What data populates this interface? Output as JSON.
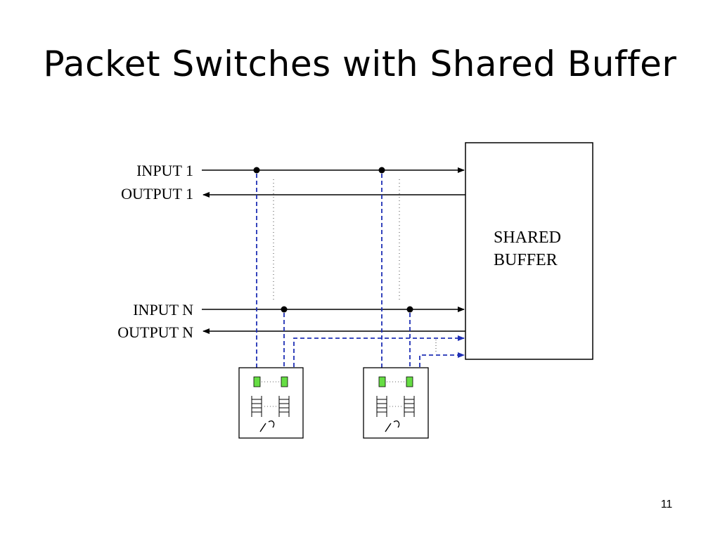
{
  "slide": {
    "title": "Packet Switches with Shared Buffer",
    "page_number": "11"
  },
  "diagram": {
    "ports": {
      "input_1": "INPUT 1",
      "output_1": "OUTPUT 1",
      "input_n": "INPUT N",
      "output_n": "OUTPUT N"
    },
    "buffer": {
      "line1": "SHARED",
      "line2": "BUFFER"
    },
    "colors": {
      "line": "#000000",
      "control_path": "#1f2fb5",
      "queue_head": "#66dd44"
    }
  }
}
